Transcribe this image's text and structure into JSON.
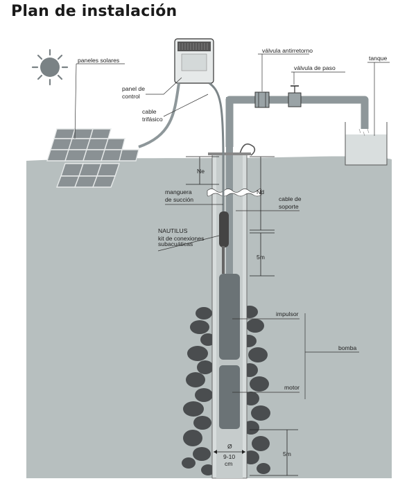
{
  "title": "Plan de instalación",
  "labels": {
    "solar_panels": "paneles solares",
    "control_panel_1": "panel de",
    "control_panel_2": "control",
    "cable_1": "cable",
    "cable_2": "trifásico",
    "check_valve": "válvula antirretorno",
    "gate_valve": "válvula de paso",
    "tank": "tanque",
    "ne": "Ne",
    "nd": "Nd",
    "hose_1": "manguera",
    "hose_2": "de succión",
    "support_cable_1": "cable de",
    "support_cable_2": "soporte",
    "nautilus": "NAUTILUS",
    "kit_1": "kit de conexiones",
    "kit_2": "subacuáticas",
    "five_m_top": "5m",
    "impeller": "impulsor",
    "pump": "bomba",
    "motor": "motor",
    "diameter_1": "Ø",
    "diameter_2": "9-10",
    "diameter_3": "cm",
    "five_m_bottom": "5m"
  },
  "colors": {
    "water": "#b7bfbf",
    "pipe": "#8e979a",
    "pump_body": "#6b7376",
    "rock": "#4a4d4f",
    "panel": "#8a9194"
  }
}
